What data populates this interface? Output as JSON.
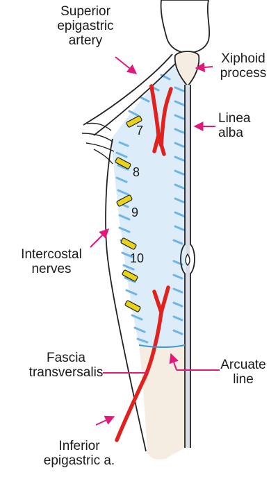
{
  "labels": {
    "superior_epigastric": [
      "Superior",
      "epigastric",
      "artery"
    ],
    "xiphoid": [
      "Xiphoid",
      "process"
    ],
    "linea_alba": [
      "Linea",
      "alba"
    ],
    "intercostal": [
      "Intercostal",
      "nerves"
    ],
    "fascia": [
      "Fascia",
      "transversalis"
    ],
    "arcuate": [
      "Arcuate",
      "line"
    ],
    "inferior_epigastric": [
      "Inferior",
      "epigastric a."
    ]
  },
  "nerve_numbers": [
    "7",
    "8",
    "9",
    "10"
  ],
  "colors": {
    "artery": "#e0221f",
    "sheath": "#dcecf8",
    "hatch": "#6fb4e6",
    "nerve": "#e8d21a",
    "arrow": "#e0197a",
    "lower": "#f6ede2",
    "outline": "#222222"
  }
}
